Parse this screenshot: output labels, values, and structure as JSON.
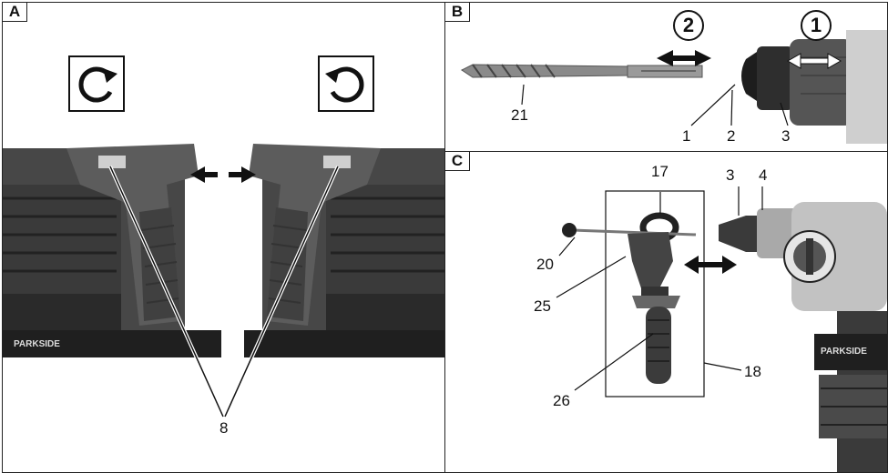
{
  "panels": {
    "a": {
      "tag": "A",
      "rot_left_icon": "clockwise-arrow-icon",
      "rot_right_icon": "counterclockwise-arrow-icon",
      "callouts": [
        "8"
      ],
      "brand_left": "PARKSIDE"
    },
    "b": {
      "tag": "B",
      "steps": [
        "2",
        "1"
      ],
      "callouts": [
        "21",
        "1",
        "2",
        "3"
      ]
    },
    "c": {
      "tag": "C",
      "callouts": [
        "17",
        "3",
        "4",
        "20",
        "25",
        "18",
        "26"
      ],
      "brand": "PARKSIDE"
    }
  },
  "colors": {
    "line": "#111111",
    "tool_dark": "#3a3a3a",
    "tool_mid": "#6b6b6b",
    "tool_light": "#b8b8b8"
  }
}
